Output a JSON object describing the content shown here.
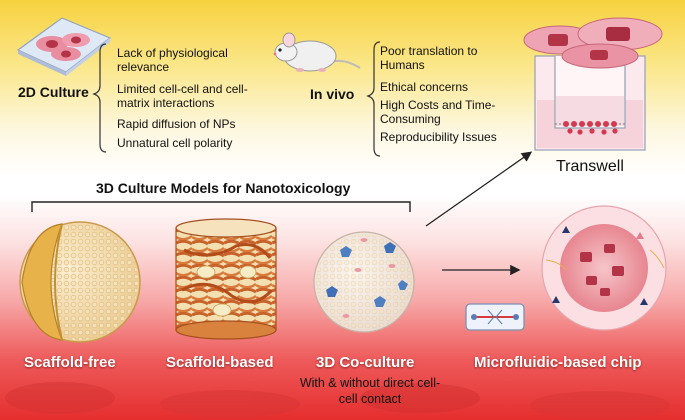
{
  "conventional": {
    "culture_2d": {
      "title": "2D Culture",
      "issues": [
        "Lack of physiological relevance",
        "Limited cell-cell and cell-matrix interactions",
        "Rapid diffusion of NPs",
        "Unnatural cell polarity"
      ]
    },
    "in_vivo": {
      "title": "In vivo",
      "issues": [
        "Poor translation to Humans",
        "Ethical concerns",
        "High Costs and Time-Consuming",
        "Reproducibility Issues"
      ]
    }
  },
  "transwell": {
    "label": "Transwell"
  },
  "models_3d": {
    "heading": "3D Culture Models for Nanotoxicology",
    "items": [
      {
        "label": "Scaffold-free"
      },
      {
        "label": "Scaffold-based"
      },
      {
        "label": "3D Co-culture",
        "sublabel": "With & without direct cell-cell contact"
      }
    ]
  },
  "microfluidic": {
    "label": "Microfluidic-based chip"
  },
  "colors": {
    "top_band": "#f7d23e",
    "bottom_band": "#e52e2e",
    "cell_pink": "#e98da0",
    "nucleus": "#b33447",
    "spheroid": "#f2dcae"
  }
}
